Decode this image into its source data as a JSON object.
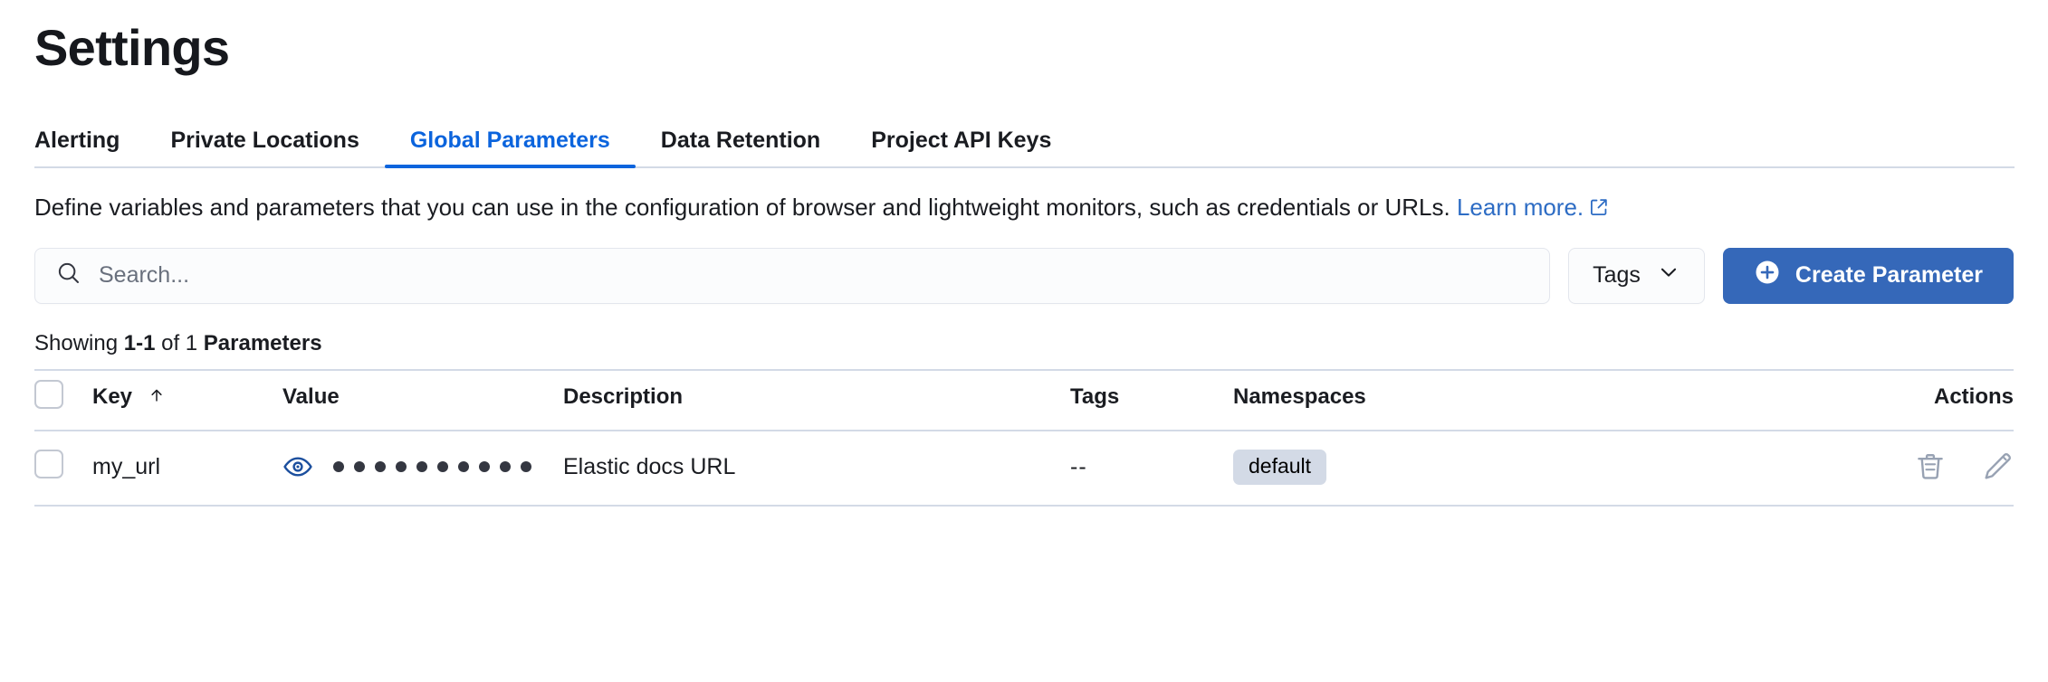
{
  "header": {
    "title": "Settings"
  },
  "tabs": [
    {
      "label": "Alerting",
      "active": false,
      "name": "tab-alerting"
    },
    {
      "label": "Private Locations",
      "active": false,
      "name": "tab-private-locations"
    },
    {
      "label": "Global Parameters",
      "active": true,
      "name": "tab-global-parameters"
    },
    {
      "label": "Data Retention",
      "active": false,
      "name": "tab-data-retention"
    },
    {
      "label": "Project API Keys",
      "active": false,
      "name": "tab-project-api-keys"
    }
  ],
  "description": {
    "text": "Define variables and parameters that you can use in the configuration of browser and lightweight monitors, such as credentials or URLs.",
    "link_label": "Learn more.",
    "link_icon": "external-link-icon"
  },
  "toolbar": {
    "search_placeholder": "Search...",
    "search_value": "",
    "search_icon": "search-icon",
    "tags_label": "Tags",
    "tags_caret_icon": "chevron-down-icon",
    "create_label": "Create Parameter",
    "create_icon": "plus-circle-icon"
  },
  "results": {
    "showing_prefix": "Showing ",
    "range": "1-1",
    "middle": " of 1 ",
    "entity": "Parameters"
  },
  "table": {
    "columns": [
      {
        "key": "checkbox",
        "label": ""
      },
      {
        "key": "key",
        "label": "Key",
        "sort": "asc",
        "sort_icon": "arrow-up-icon"
      },
      {
        "key": "value",
        "label": "Value"
      },
      {
        "key": "description",
        "label": "Description"
      },
      {
        "key": "tags",
        "label": "Tags"
      },
      {
        "key": "namespaces",
        "label": "Namespaces"
      },
      {
        "key": "actions",
        "label": "Actions"
      }
    ],
    "rows": [
      {
        "key": "my_url",
        "value_masked_dots": 10,
        "value_toggle_icon": "eye-icon",
        "description": "Elastic docs URL",
        "tags": "--",
        "namespaces": "default",
        "actions": [
          {
            "name": "delete-row-button",
            "icon": "trash-icon"
          },
          {
            "name": "edit-row-button",
            "icon": "pencil-icon"
          }
        ]
      }
    ]
  },
  "colors": {
    "accent": "#0b64dd",
    "primary_button": "#3568b9",
    "link": "#2d6cc4",
    "border": "#d3dae6",
    "badge_bg": "#d3dae6",
    "icon_muted": "#98a2b3",
    "eye_icon": "#1c4f9e"
  }
}
